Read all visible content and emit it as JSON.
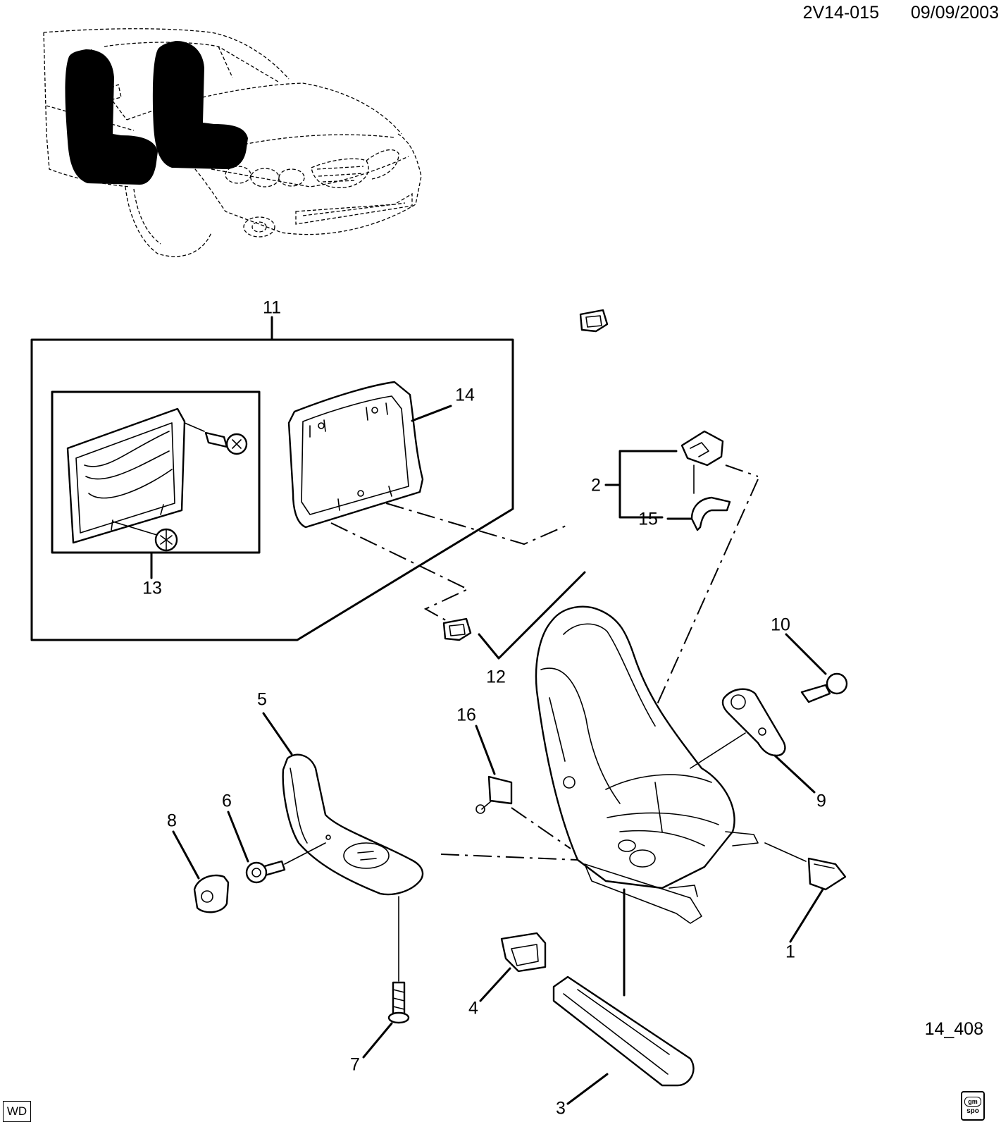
{
  "header": {
    "drawing_code": "2V14-015",
    "date": "09/09/2003"
  },
  "footer": {
    "illustration_number": "14_408",
    "wd_label": "WD",
    "badge_top": "gm",
    "badge_bottom": "spo"
  },
  "callouts": [
    "1",
    "2",
    "3",
    "4",
    "5",
    "6",
    "7",
    "8",
    "9",
    "10",
    "11",
    "12",
    "13",
    "14",
    "15",
    "16"
  ]
}
